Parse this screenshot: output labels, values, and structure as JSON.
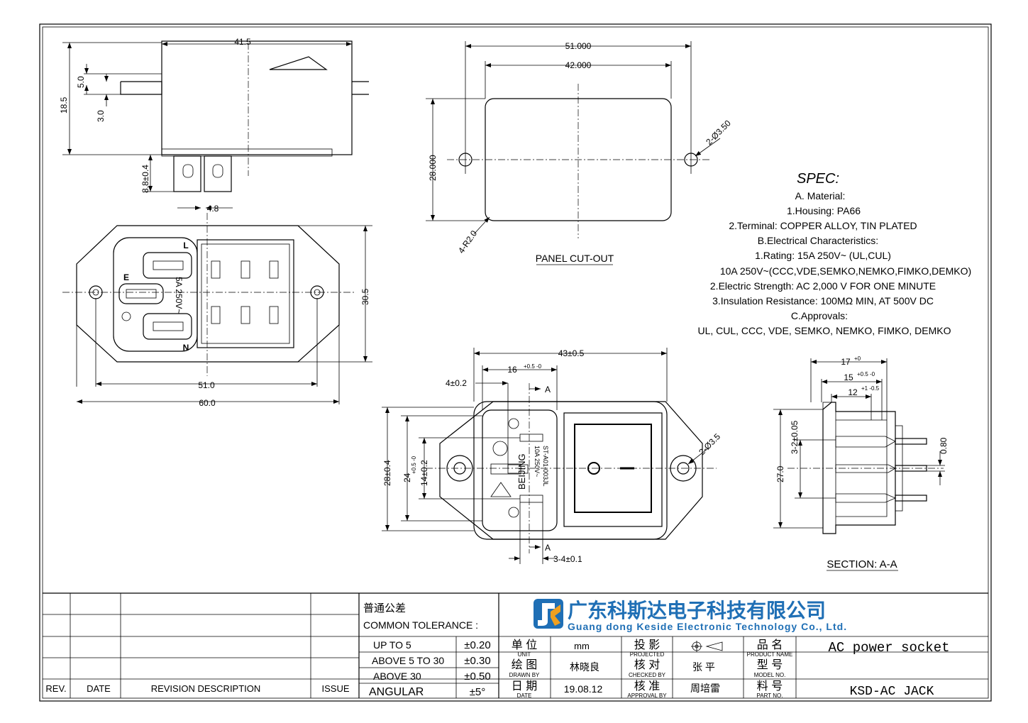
{
  "top_view": {
    "dim_width": "41.5",
    "dim_height": "18.5",
    "dim_flange": "5.0",
    "dim_flange2": "3.0",
    "dim_terminal": "8.8±0.4",
    "dim_pitch": "4.8"
  },
  "front_view": {
    "dim_width_inner": "51.0",
    "dim_width_outer": "60.0",
    "dim_height": "30.5",
    "label_e": "E",
    "label_l": "L",
    "label_n": "N",
    "marking": "5A 250V~"
  },
  "panel_cutout": {
    "dim_outer": "51.000",
    "dim_inner": "42.000",
    "dim_height": "28.000",
    "dim_holes": "2-Ø3.50",
    "dim_radius": "4-R2.0",
    "caption": "PANEL CUT-OUT"
  },
  "spec": {
    "title": "SPEC:",
    "lines": [
      "A. Material:",
      "1.Housing: PA66",
      "2.Terminal: COPPER ALLOY, TIN PLATED",
      "B.Electrical Characteristics:",
      "1.Rating:  15A 250V~ (UL,CUL)",
      "10A 250V~(CCC,VDE,SEMKO,NEMKO,FIMKO,DEMKO)",
      "2.Electric Strength: AC 2,000 V FOR ONE MINUTE",
      "3.Insulation Resistance: 100MΩ MIN, AT 500V DC",
      "C.Approvals:",
      "UL, CUL, CCC, VDE, SEMKO, NEMKO, FIMKO, DEMKO"
    ]
  },
  "main_view": {
    "dim_width": "43±0.5",
    "dim_16": "16",
    "dim_16_tol": "+0.5 -0",
    "dim_4": "4±0.2",
    "section_mark": "A",
    "dim_28": "28±0.4",
    "dim_24": "24",
    "dim_24_tol": "+0.5 -0",
    "dim_14": "14±0.2",
    "dim_holes": "2-Ø3.5",
    "dim_3_4": "3-4±0.1",
    "marking_1": "ST-A01-003JL",
    "marking_2": "10A 250V~",
    "marking_3": "BEIJING"
  },
  "section": {
    "dim_17": "17",
    "dim_17_tol": "+0",
    "dim_15": "15",
    "dim_15_tol": "+0.5 -0",
    "dim_12": "12",
    "dim_12_tol": "+1 -0.5",
    "dim_27": "27.0",
    "dim_pins": "3-2±0.05",
    "dim_pin_t": "0.80",
    "caption": "SECTION: A-A"
  },
  "title_block": {
    "rev_header": "REV.",
    "date_header": "DATE",
    "desc_header": "REVISION  DESCRIPTION",
    "issue_header": "ISSUE",
    "tolerance_cn": "普通公差",
    "tolerance_en": "COMMON TOLERANCE :",
    "tol_rows": [
      {
        "range": "UP TO 5",
        "value": "±0.20"
      },
      {
        "range": "ABOVE 5 TO 30",
        "value": "±0.30"
      },
      {
        "range": "ABOVE 30",
        "value": "±0.50"
      },
      {
        "range": "ANGULAR",
        "value": "±5°"
      }
    ],
    "company_cn": "广东科斯达电子科技有限公司",
    "company_en": "Guang dong Keside  Electronic Technology Co., Ltd.",
    "unit_cn": "单 位",
    "unit_en": "UNIT",
    "unit_value": "mm",
    "projected_cn": "投 影",
    "projected_en": "PROJECTED",
    "drawn_cn": "绘 图",
    "drawn_en": "DRAWN BY",
    "drawn_value": "林晓良",
    "checked_cn": "核 对",
    "checked_en": "CHECKED BY",
    "checked_value": "张 平",
    "date_cn": "日 期",
    "date_en": "DATE",
    "date_value": "19.08.12",
    "approval_cn": "核 准",
    "approval_en": "APPROVAL BY",
    "approval_value": "周培雷",
    "product_cn": "品 名",
    "product_en": "PRODUCT NAME",
    "product_value": "AC power socket",
    "model_cn": "型 号",
    "model_en": "MODEL NO.",
    "part_cn": "料 号",
    "part_en": "PART NO.",
    "part_value": "KSD-AC JACK"
  }
}
